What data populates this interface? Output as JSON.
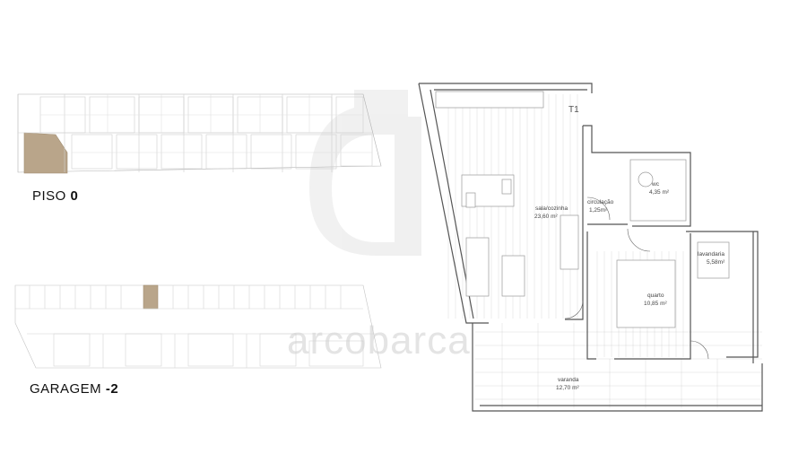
{
  "levels": {
    "piso": {
      "word": "PISO",
      "number": "0"
    },
    "garagem": {
      "word": "GARAGEM",
      "number": "-2"
    }
  },
  "unit": {
    "label": "T1"
  },
  "rooms": [
    {
      "id": "sala",
      "name": "sala/cozinha",
      "area": "23,60 m²"
    },
    {
      "id": "circ",
      "name": "circulação",
      "area": "1,25m²"
    },
    {
      "id": "wc",
      "name": "wc",
      "area": "4,35 m²"
    },
    {
      "id": "lav",
      "name": "lavandaria",
      "area": "5,58m²"
    },
    {
      "id": "quarto",
      "name": "quarto",
      "area": "10,85 m²"
    },
    {
      "id": "varanda",
      "name": "varanda",
      "area": "12,70 m²"
    }
  ],
  "watermark": "arcobarca",
  "colors": {
    "highlight": "#b9a58a",
    "wall": "#8a8a8a",
    "line": "#c8c8c8"
  }
}
